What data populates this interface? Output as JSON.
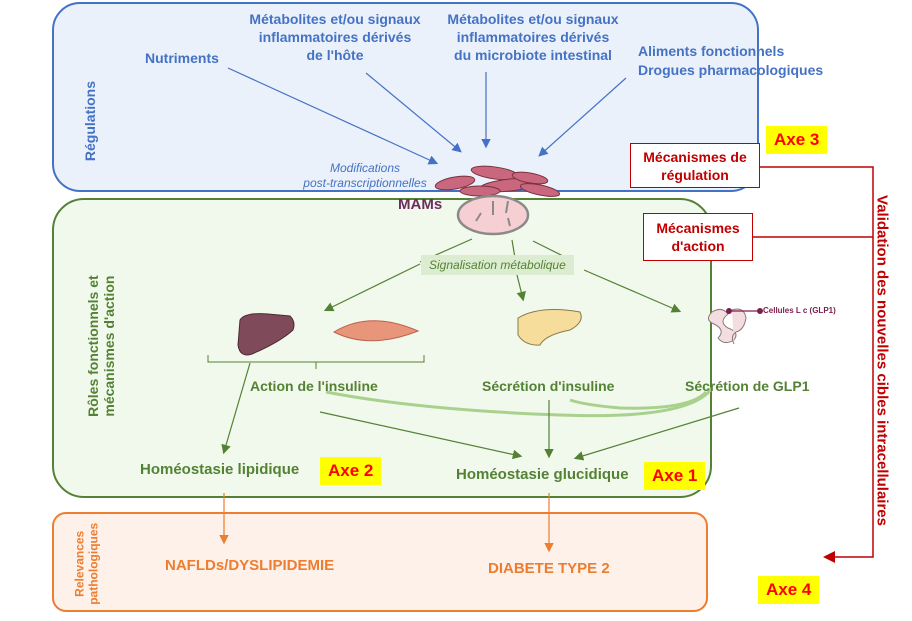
{
  "regulations": {
    "section_label": "Régulations",
    "inputs": [
      {
        "label": "Nutriments"
      },
      {
        "label": "Métabolites et/ou signaux inflammatoires dérivés de l'hôte",
        "lines": [
          "Métabolites et/ou signaux",
          "inflammatoires dérivés",
          "de l'hôte"
        ]
      },
      {
        "label": "Métabolites et/ou signaux inflammatoires dérivés du microbiote intestinal",
        "lines": [
          "Métabolites et/ou signaux",
          "inflammatoires dérivés",
          "du microbiote intestinal"
        ]
      },
      {
        "label": "Aliments fonctionnels Drogues pharmacologiques",
        "lines": [
          "Aliments fonctionnels",
          "Drogues pharmacologiques"
        ]
      }
    ],
    "modification_lines": [
      "Modifications",
      "post-transcriptionnelles"
    ],
    "axe": "Axe 3"
  },
  "center": {
    "mams_label": "MAMs",
    "signal_label": "Signalisation métabolique"
  },
  "roles": {
    "section_label_lines": [
      "Rôles fonctionnels et",
      "mécanismes d'action"
    ],
    "organs": {
      "liver": "liver",
      "muscle": "muscle",
      "pancreas": "pancreas",
      "intestine": "intestine"
    },
    "cells_label": "Cellules L c (GLP1)",
    "actions": {
      "insulin_action": "Action de l'insuline",
      "insulin_secretion": "Sécrétion d'insuline",
      "glp1_secretion": "Sécrétion de GLP1"
    },
    "outcomes": {
      "lipid": "Homéostasie lipidique",
      "glucose": "Homéostasie glucidique"
    },
    "axe_lipid": "Axe 2",
    "axe_glucose": "Axe 1"
  },
  "pathology": {
    "section_label_lines": [
      "Relevances",
      "pathologiques"
    ],
    "lipid_disease": "NAFLDs/DYSLIPIDEMIE",
    "glucose_disease": "DIABETE TYPE 2",
    "axe": "Axe 4"
  },
  "validation": {
    "regulation_box_lines": [
      "Mécanismes de",
      "régulation"
    ],
    "action_box_lines": [
      "Mécanismes",
      "d'action"
    ],
    "vertical_label": "Validation des nouvelles cibles intracellulaires"
  },
  "colors": {
    "regulation": "#4472c4",
    "roles": "#548235",
    "pathology": "#ed7d31",
    "validation": "#c00000",
    "axe_bg": "#ffff00",
    "axe_text": "#ff0000"
  }
}
